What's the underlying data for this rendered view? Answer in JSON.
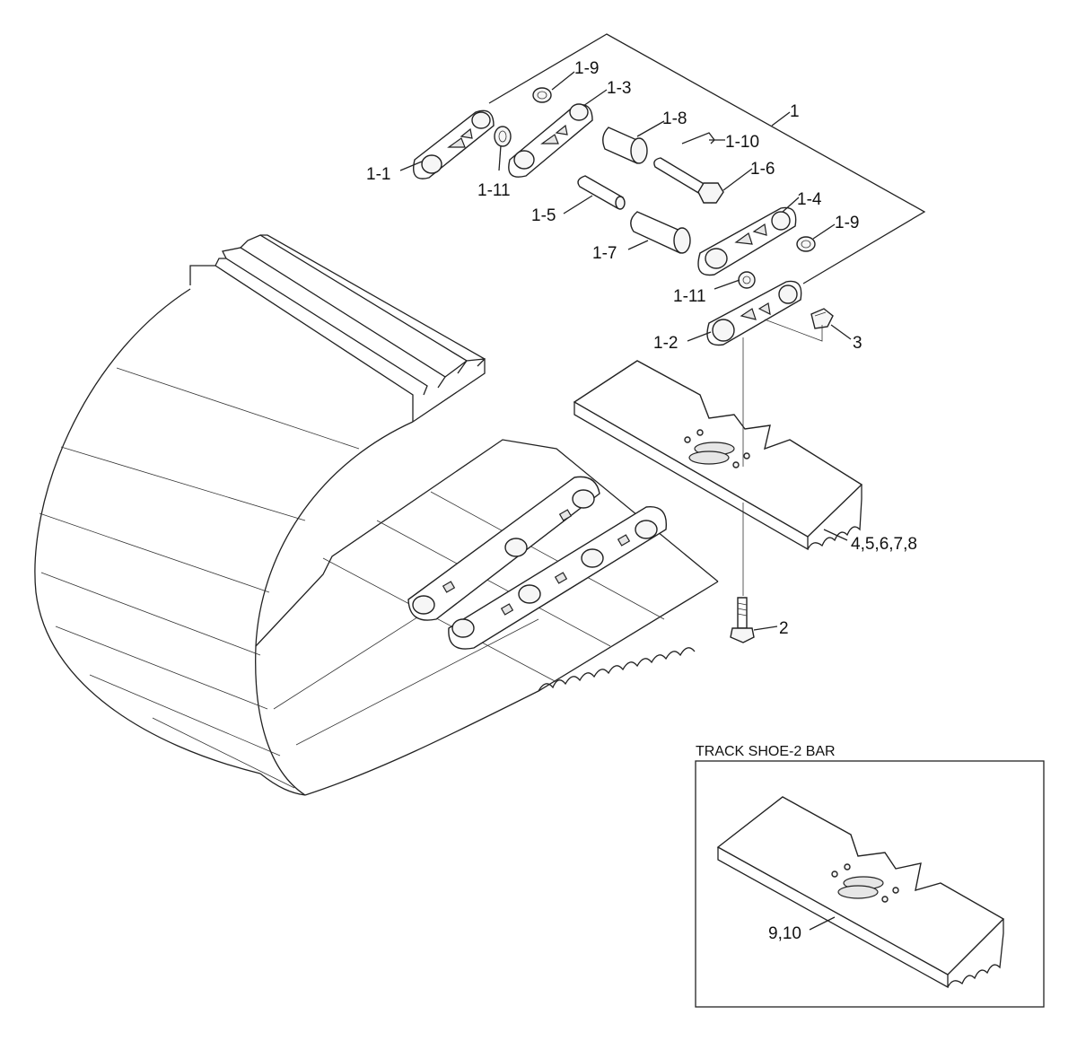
{
  "diagram": {
    "callouts": {
      "c1": "1",
      "c1_1": "1-1",
      "c1_2": "1-2",
      "c1_3": "1-3",
      "c1_4": "1-4",
      "c1_5": "1-5",
      "c1_6": "1-6",
      "c1_7": "1-7",
      "c1_8": "1-8",
      "c1_9a": "1-9",
      "c1_9b": "1-9",
      "c1_10": "1-10",
      "c1_11a": "1-11",
      "c1_11b": "1-11",
      "c2": "2",
      "c3": "3",
      "c4_8": "4,5,6,7,8",
      "c9_10": "9,10"
    },
    "inset_title": "TRACK SHOE-2 BAR"
  }
}
